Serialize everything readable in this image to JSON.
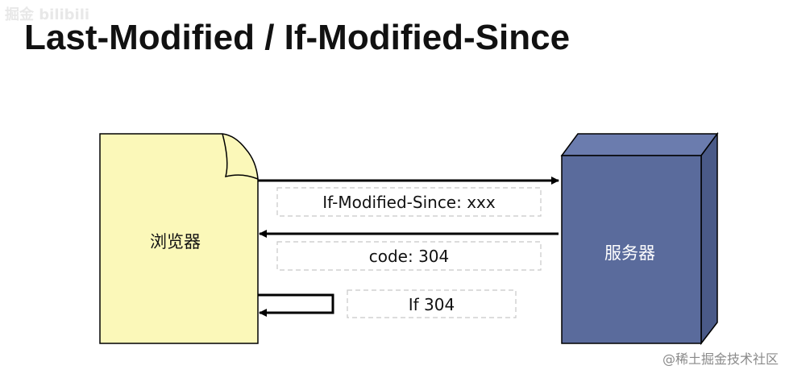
{
  "title": "Last-Modified / If-Modified-Since",
  "watermark_top": "掘金 bilibili",
  "watermark_bottom": "@稀土掘金技术社区",
  "nodes": {
    "browser": {
      "label": "浏览器",
      "fill": "#fbf8b9",
      "text_color": "#111111"
    },
    "server": {
      "label": "服务器",
      "fill": "#5a6b9c",
      "text_color": "#ffffff"
    }
  },
  "messages": [
    {
      "label": "If-Modified-Since: xxx",
      "direction": "browser-to-server"
    },
    {
      "label": "code: 304",
      "direction": "server-to-browser"
    },
    {
      "label": "If 304",
      "direction": "self"
    }
  ],
  "colors": {
    "arrow": "#000000",
    "dashed_border": "#c8c8c8"
  }
}
